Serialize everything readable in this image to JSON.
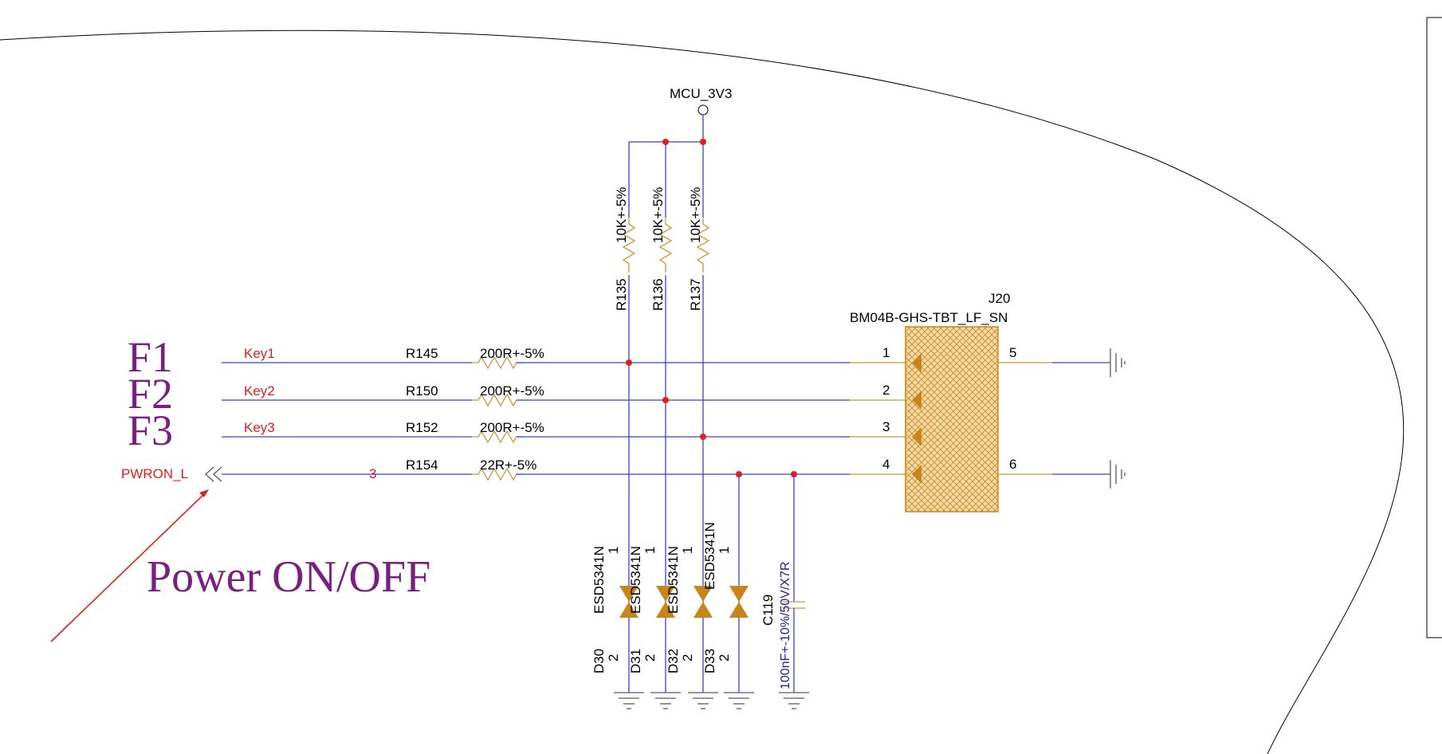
{
  "power_net": "MCU_3V3",
  "pullups": [
    {
      "ref": "R135",
      "value": "10K+-5%"
    },
    {
      "ref": "R136",
      "value": "10K+-5%"
    },
    {
      "ref": "R137",
      "value": "10K+-5%"
    }
  ],
  "connector": {
    "ref": "J20",
    "part": "BM04B-GHS-TBT_LF_SN",
    "pins": [
      "1",
      "2",
      "3",
      "4",
      "5",
      "6"
    ]
  },
  "keys": [
    {
      "big_label": "F1",
      "net": "Key1",
      "ref": "R145",
      "value": "200R+-5%"
    },
    {
      "big_label": "F2",
      "net": "Key2",
      "ref": "R150",
      "value": "200R+-5%"
    },
    {
      "big_label": "F3",
      "net": "Key3",
      "ref": "R152",
      "value": "200R+-5%"
    }
  ],
  "power_line": {
    "net": "PWRON_L",
    "pin_marker": "3",
    "ref": "R154",
    "value": "22R+-5%"
  },
  "annotation": "Power ON/OFF",
  "esd": [
    {
      "ref": "D30",
      "part": "ESD5341N",
      "pin_top": "1",
      "pin_bot": "2"
    },
    {
      "ref": "D31",
      "part": "ESD5341N",
      "pin_top": "1",
      "pin_bot": "2"
    },
    {
      "ref": "D32",
      "part": "ESD5341N",
      "pin_top": "1",
      "pin_bot": "2"
    },
    {
      "ref": "D33",
      "part": "ESD5341N",
      "pin_top": "1",
      "pin_bot": "2"
    }
  ],
  "cap": {
    "ref": "C119",
    "value": "100nF+-10%/50V/X7R"
  },
  "colors": {
    "wire": "#3f3fd6",
    "component": "#c8963c",
    "net_label": "#e31c1c",
    "annotation": "#7a1f82",
    "junction": "#e31c1c"
  }
}
